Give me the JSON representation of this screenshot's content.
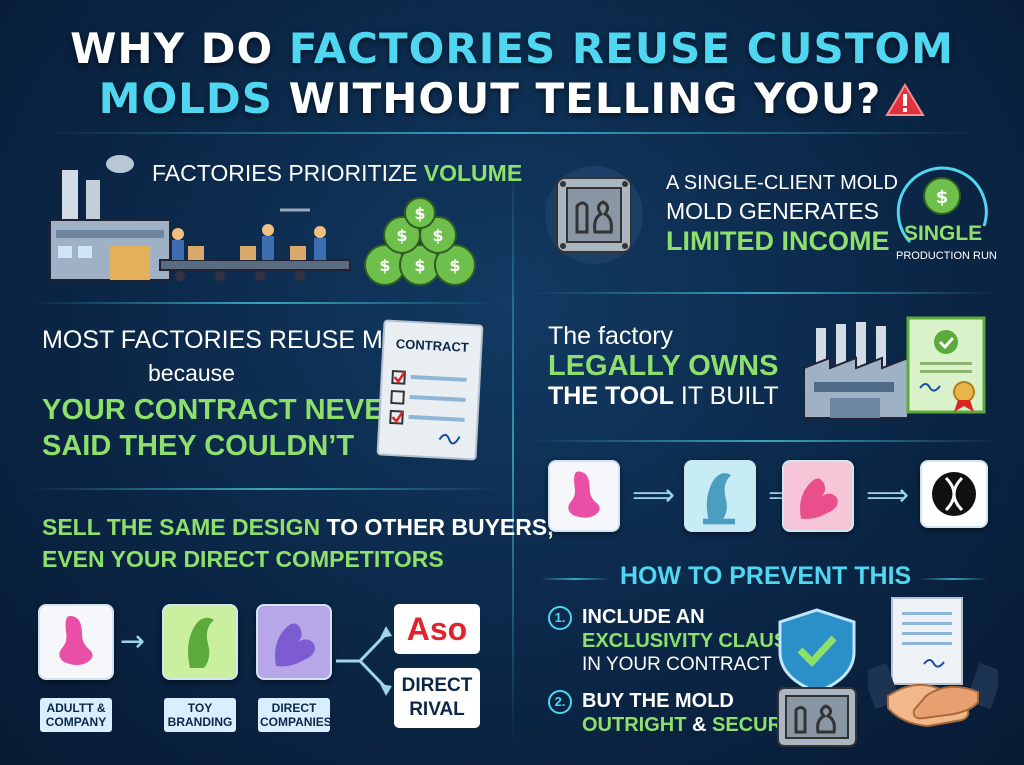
{
  "title": {
    "line1_a": "WHY DO ",
    "line1_b": "FACTORIES REUSE CUSTOM",
    "line2_a": "MOLDS",
    "line2_b": " WITHOUT TELLING YOU?"
  },
  "left": {
    "volume_a": "FACTORIES PRIORITIZE ",
    "volume_b": "VOLUME",
    "reuse_line1": "MOST FACTORIES REUSE MOLDS",
    "reuse_because": "because",
    "reuse_line3": "YOUR CONTRACT NEVER",
    "reuse_line4": "SAID THEY COULDN’T",
    "contract_label": "CONTRACT",
    "sell_a": "SELL THE SAME DESIGN",
    "sell_b": " TO OTHER BUYERS,",
    "sell_line2": "EVEN YOUR DIRECT COMPETITORS",
    "labels": [
      "ADULTT &\nCOMPANY",
      "TOY\nBRANDING",
      "DIRECT\nCOMPANIES"
    ],
    "brand_aso": "Aso",
    "brand_rival": "DIRECT\nRIVAL"
  },
  "right": {
    "single_line1": "A SINGLE-CLIENT MOLD",
    "single_line2": "MOLD GENERATES",
    "single_line3": "LIMITED INCOME",
    "single_badge": "SINGLE",
    "single_badge_sub": "PRODUCTION RUN",
    "owns_line1": "The factory",
    "owns_line2": "LEGALLY OWNS",
    "owns_line3_a": "THE TOOL",
    "owns_line3_b": " IT BUILT",
    "prevent_title": "HOW TO PREVENT THIS",
    "step1_num": "1.",
    "step1_a": "INCLUDE AN",
    "step1_b": "EXCLUSIVITY CLAUSE",
    "step1_c": "IN YOUR CONTRACT",
    "step2_num": "2.",
    "step2_a": "BUY THE MOLD",
    "step2_b1": "OUTRIGHT",
    "step2_b2": " & ",
    "step2_b3": "SECURE IT"
  },
  "colors": {
    "cyan": "#4fd6f0",
    "green": "#8ee06a",
    "pink": "#e94fa6",
    "purple": "#7d5bd0",
    "navy": "#0b2747"
  },
  "icons": [
    "warning-icon",
    "factory-icon",
    "money-bag-icon",
    "mold-icon",
    "certificate-icon",
    "checklist-icon",
    "shield-check-icon",
    "handshake-icon",
    "dna-icon"
  ]
}
